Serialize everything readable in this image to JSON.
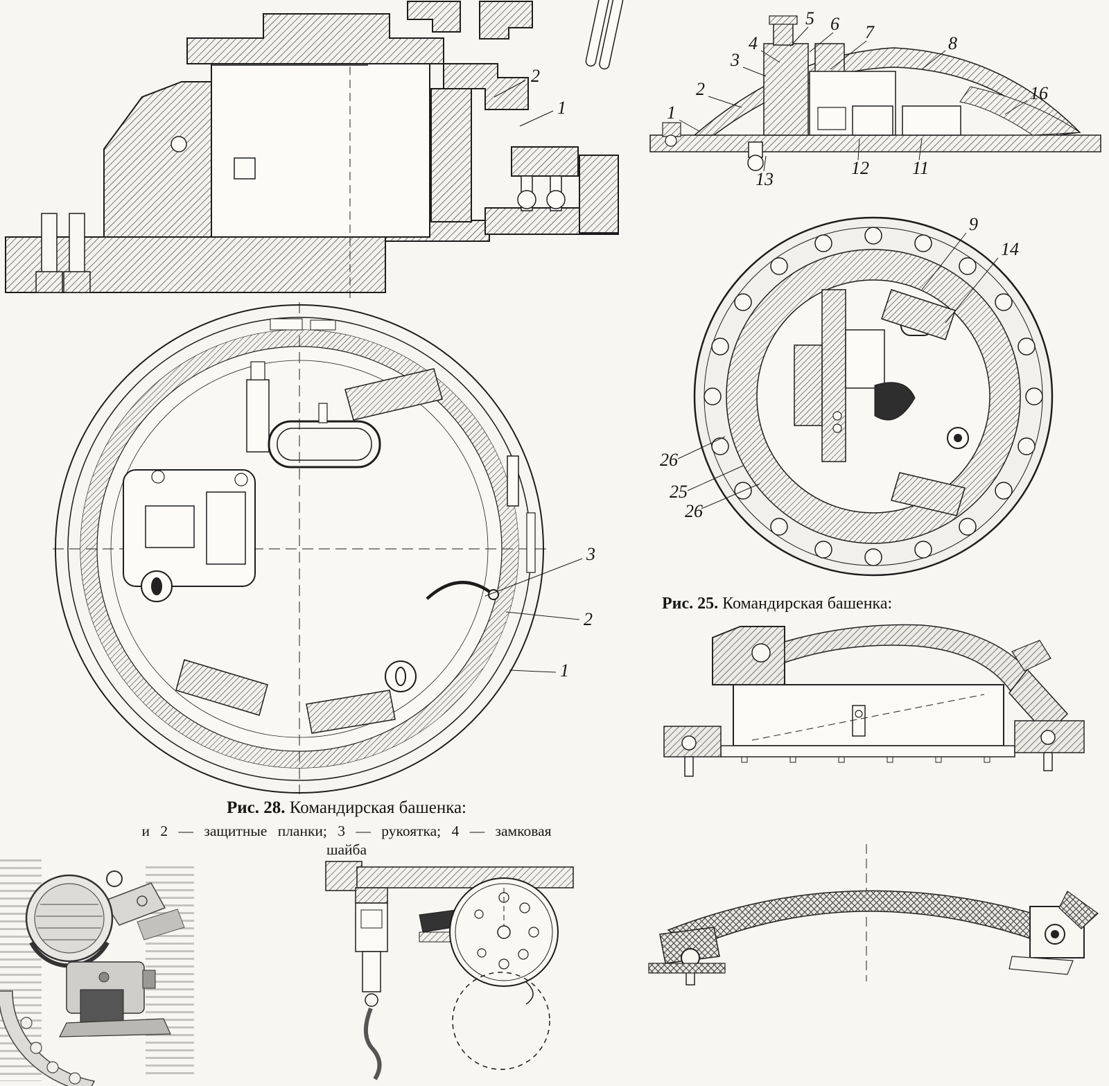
{
  "page": {
    "background": "#f7f6f2",
    "ink": "#1d1d1d"
  },
  "fig28": {
    "caption_label": "Рис. 28.",
    "caption_title": "Командирская башенка:",
    "caption_line1": "и 2 — защитные планки; 3 — рукоятка; 4 — замковая",
    "caption_line2": "шайба",
    "section_callouts": {
      "n2": "2",
      "n1": "1"
    },
    "plan_callouts": {
      "n3": "3",
      "n2": "2",
      "n1": "1"
    }
  },
  "fig25": {
    "caption_label": "Рис. 25.",
    "caption_title": "Командирская башенка:",
    "section_callouts": {
      "n1": "1",
      "n2": "2",
      "n3": "3",
      "n4": "4",
      "n5": "5",
      "n6": "6",
      "n7": "7",
      "n8": "8",
      "n16": "16",
      "n13": "13",
      "n12": "12",
      "n11": "11"
    },
    "plan_callouts": {
      "n9": "9",
      "n14": "14",
      "n26a": "26",
      "n25": "25",
      "n26b": "26"
    }
  }
}
